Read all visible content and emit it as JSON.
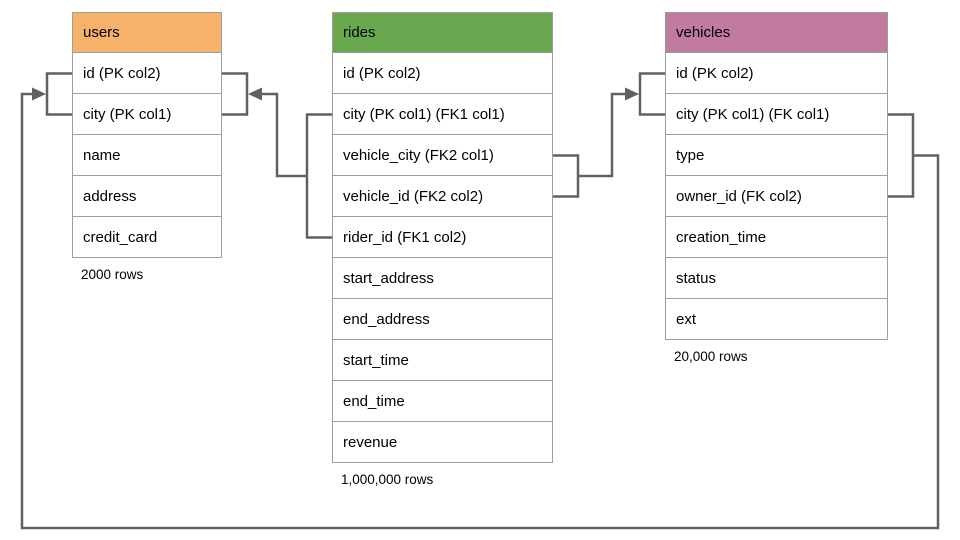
{
  "diagram": {
    "connector_color": "#616161",
    "cell_border_color": "#9e9e9e",
    "tables": [
      {
        "id": "users",
        "title": "users",
        "header_color": "#F6B26B",
        "rows": [
          "id (PK col2)",
          "city (PK col1)",
          "name",
          "address",
          "credit_card"
        ],
        "row_count": "2000 rows"
      },
      {
        "id": "rides",
        "title": "rides",
        "header_color": "#6AA84F",
        "rows": [
          "id (PK col2)",
          "city (PK col1) (FK1 col1)",
          "vehicle_city (FK2 col1)",
          "vehicle_id (FK2 col2)",
          "rider_id (FK1 col2)",
          "start_address",
          "end_address",
          "start_time",
          "end_time",
          "revenue"
        ],
        "row_count": "1,000,000 rows"
      },
      {
        "id": "vehicles",
        "title": "vehicles",
        "header_color": "#C27BA0",
        "rows": [
          "id (PK col2)",
          "city (PK col1) (FK col1)",
          "type",
          "owner_id (FK col2)",
          "creation_time",
          "status",
          "ext"
        ],
        "row_count": "20,000 rows"
      }
    ]
  }
}
